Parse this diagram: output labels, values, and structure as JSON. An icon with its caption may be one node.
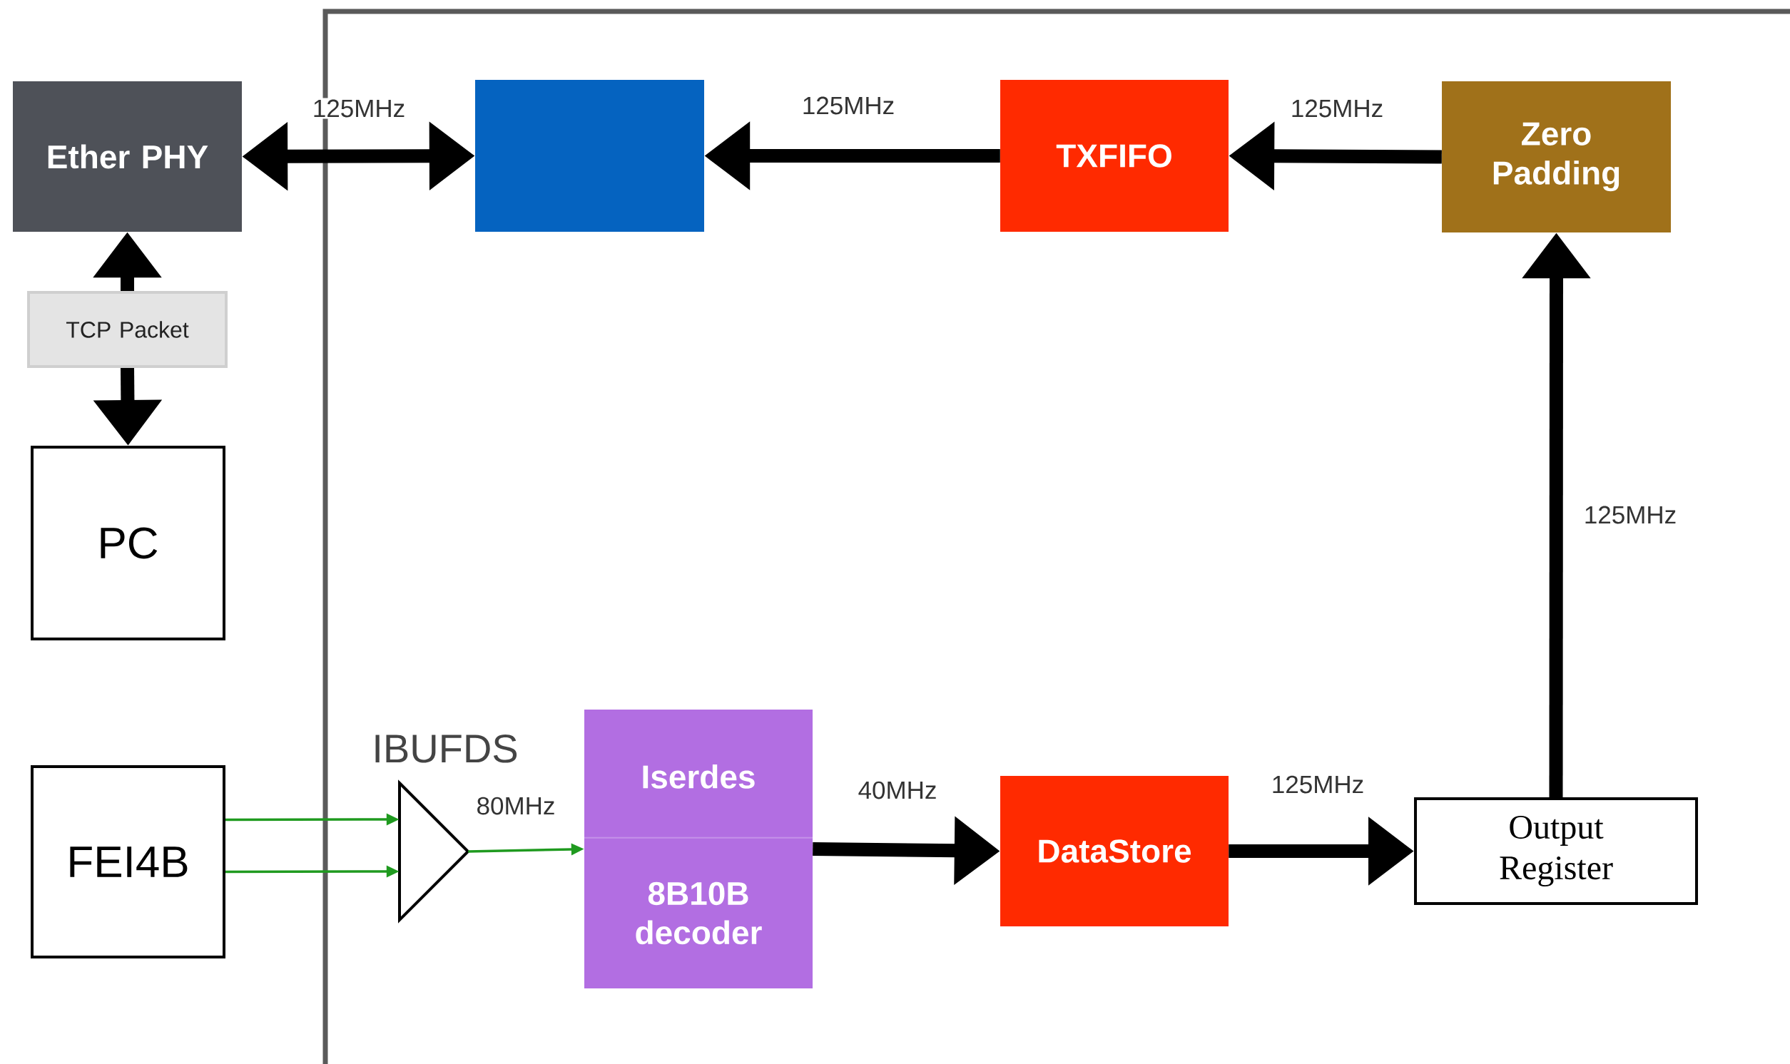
{
  "diagram": {
    "nodes": [
      {
        "text": [
          "Ether PHY"
        ]
      },
      {
        "text": [],
        "shape": "box"
      },
      {
        "text": [
          "TXFIFO"
        ]
      },
      {
        "text": [
          "Zero Padding"
        ]
      },
      {
        "text": [
          "TCP Packet"
        ]
      },
      {
        "text": [
          "PC"
        ]
      },
      {
        "text": [
          "FEI4B"
        ]
      },
      {
        "text": [],
        "shape": "triangle",
        "beside": [
          "IBUFDS"
        ]
      },
      {
        "text": [
          "Iserdes",
          "8B10B decoder"
        ]
      },
      {
        "text": [
          "DataStore"
        ]
      },
      {
        "text": [
          "Output Register"
        ]
      }
    ],
    "edges": [
      {
        "from": 0,
        "to": 1,
        "arrow": "both",
        "label": "125MHz"
      },
      {
        "from": 2,
        "to": 1,
        "arrow": "to",
        "label": "125MHz"
      },
      {
        "from": 3,
        "to": 2,
        "arrow": "to",
        "label": "125MHz"
      },
      {
        "from": 4,
        "to": 0,
        "arrow": "to"
      },
      {
        "from": 4,
        "to": 5,
        "arrow": "to"
      },
      {
        "from": 6,
        "to": 7,
        "arrow": "to",
        "color": "#1f9a1f"
      },
      {
        "from": 6,
        "to": 7,
        "arrow": "to",
        "color": "#1f9a1f"
      },
      {
        "from": 7,
        "to": 8,
        "arrow": "to",
        "label": "80MHz",
        "color": "#1f9a1f"
      },
      {
        "from": 8,
        "to": 9,
        "arrow": "to",
        "label": "40MHz"
      },
      {
        "from": 9,
        "to": 10,
        "arrow": "to",
        "label": "125MHz"
      },
      {
        "from": 10,
        "to": 3,
        "arrow": "to",
        "label": "125MHz"
      }
    ]
  }
}
